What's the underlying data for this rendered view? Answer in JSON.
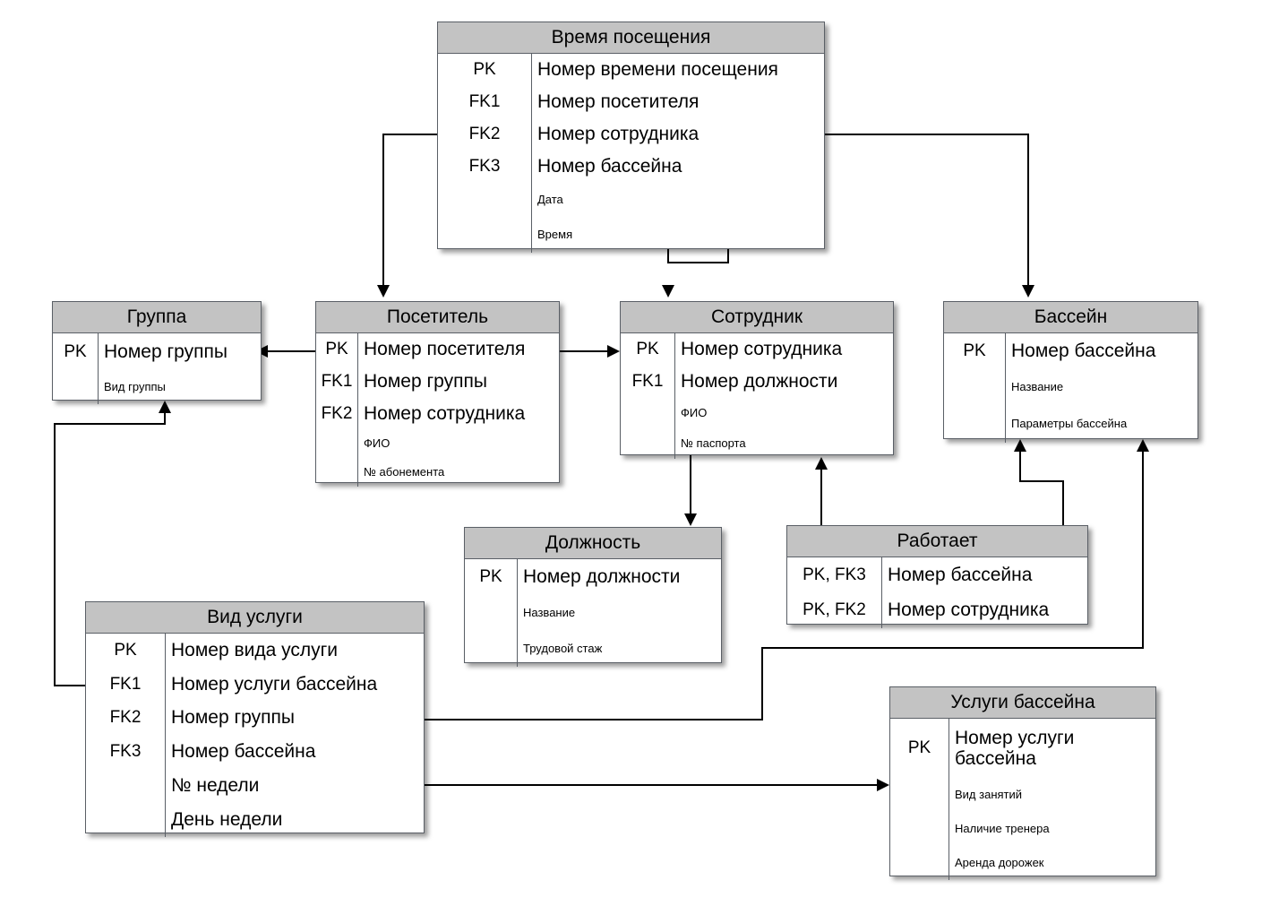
{
  "diagram": {
    "title": "Swimming pool database ER diagram",
    "colors": {
      "header_fill": "#c3c3c3",
      "border": "#5a5f66",
      "body_fill": "#ffffff",
      "connector": "#000000",
      "page_background": "#ffffff"
    },
    "entities": [
      {
        "id": "vremya-poseshcheniya",
        "name": "Время посещения",
        "attributes": [
          {
            "key": "PK",
            "label": "Номер времени посещения",
            "emphasis": "big"
          },
          {
            "key": "FK1",
            "label": "Номер посетителя",
            "emphasis": "big"
          },
          {
            "key": "FK2",
            "label": "Номер сотрудника",
            "emphasis": "big"
          },
          {
            "key": "FK3",
            "label": "Номер бассейна",
            "emphasis": "big"
          },
          {
            "key": "",
            "label": "Дата",
            "emphasis": "small"
          },
          {
            "key": "",
            "label": "Время",
            "emphasis": "small"
          }
        ]
      },
      {
        "id": "gruppa",
        "name": "Группа",
        "attributes": [
          {
            "key": "PK",
            "label": "Номер группы",
            "emphasis": "big"
          },
          {
            "key": "",
            "label": "Вид группы",
            "emphasis": "small"
          }
        ]
      },
      {
        "id": "posetitel",
        "name": "Посетитель",
        "attributes": [
          {
            "key": "PK",
            "label": "Номер посетителя",
            "emphasis": "big"
          },
          {
            "key": "FK1",
            "label": "Номер группы",
            "emphasis": "big"
          },
          {
            "key": "FK2",
            "label": "Номер сотрудника",
            "emphasis": "big"
          },
          {
            "key": "",
            "label": "ФИО",
            "emphasis": "small"
          },
          {
            "key": "",
            "label": "№ абонемента",
            "emphasis": "small"
          }
        ]
      },
      {
        "id": "sotrudnik",
        "name": "Сотрудник",
        "attributes": [
          {
            "key": "PK",
            "label": "Номер сотрудника",
            "emphasis": "big"
          },
          {
            "key": "FK1",
            "label": "Номер должности",
            "emphasis": "big"
          },
          {
            "key": "",
            "label": "ФИО",
            "emphasis": "small"
          },
          {
            "key": "",
            "label": "№ паспорта",
            "emphasis": "small"
          }
        ]
      },
      {
        "id": "bassein",
        "name": "Бассейн",
        "attributes": [
          {
            "key": "PK",
            "label": "Номер бассейна",
            "emphasis": "big"
          },
          {
            "key": "",
            "label": "Название",
            "emphasis": "small"
          },
          {
            "key": "",
            "label": "Параметры бассейна",
            "emphasis": "small"
          }
        ]
      },
      {
        "id": "dolzhnost",
        "name": "Должность",
        "attributes": [
          {
            "key": "PK",
            "label": "Номер должности",
            "emphasis": "big"
          },
          {
            "key": "",
            "label": "Название",
            "emphasis": "small"
          },
          {
            "key": "",
            "label": "Трудовой стаж",
            "emphasis": "small"
          }
        ]
      },
      {
        "id": "rabotaet",
        "name": "Работает",
        "attributes": [
          {
            "key": "PK, FK3",
            "label": "Номер бассейна",
            "emphasis": "big"
          },
          {
            "key": "PK, FK2",
            "label": "Номер сотрудника",
            "emphasis": "big"
          }
        ]
      },
      {
        "id": "vid-uslugi",
        "name": "Вид услуги",
        "attributes": [
          {
            "key": "PK",
            "label": "Номер вида услуги",
            "emphasis": "big"
          },
          {
            "key": "FK1",
            "label": "Номер услуги бассейна",
            "emphasis": "big"
          },
          {
            "key": "FK2",
            "label": "Номер группы",
            "emphasis": "big"
          },
          {
            "key": "FK3",
            "label": "Номер бассейна",
            "emphasis": "big"
          },
          {
            "key": "",
            "label": "№ недели",
            "emphasis": "big"
          },
          {
            "key": "",
            "label": "День недели",
            "emphasis": "big"
          }
        ]
      },
      {
        "id": "uslugi-basseina",
        "name": "Услуги бассейна",
        "attributes": [
          {
            "key": "PK",
            "label": "Номер услуги бассейна",
            "emphasis": "big"
          },
          {
            "key": "",
            "label": "Вид занятий",
            "emphasis": "small"
          },
          {
            "key": "",
            "label": "Наличие тренера",
            "emphasis": "small"
          },
          {
            "key": "",
            "label": "Аренда дорожек",
            "emphasis": "small"
          }
        ]
      }
    ],
    "relationships": [
      {
        "from": "Время посещения",
        "to": "Посетитель"
      },
      {
        "from": "Время посещения",
        "to": "Сотрудник"
      },
      {
        "from": "Время посещения",
        "to": "Бассейн"
      },
      {
        "from": "Посетитель",
        "to": "Группа"
      },
      {
        "from": "Посетитель",
        "to": "Сотрудник"
      },
      {
        "from": "Сотрудник",
        "to": "Должность"
      },
      {
        "from": "Работает",
        "to": "Сотрудник"
      },
      {
        "from": "Работает",
        "to": "Бассейн"
      },
      {
        "from": "Вид услуги",
        "to": "Группа"
      },
      {
        "from": "Вид услуги",
        "to": "Бассейн"
      },
      {
        "from": "Вид услуги",
        "to": "Услуги бассейна"
      }
    ]
  }
}
